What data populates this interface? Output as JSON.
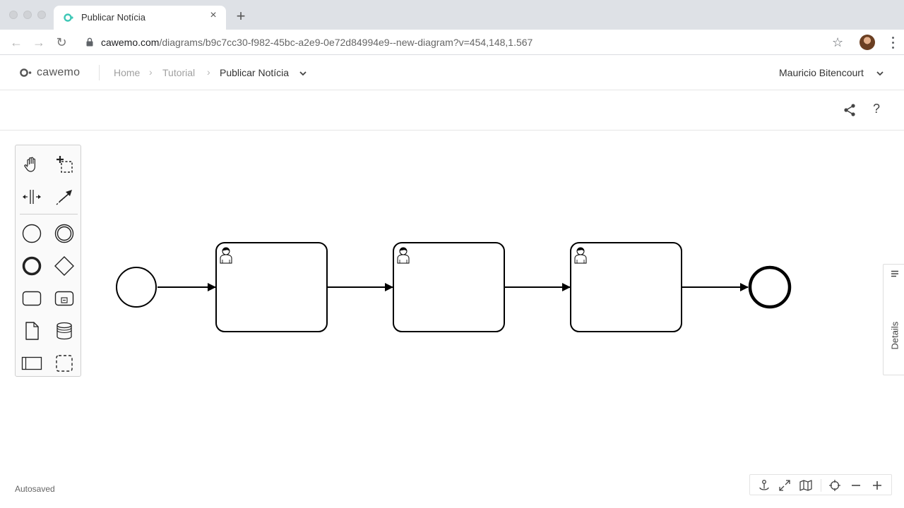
{
  "browser": {
    "tab_title": "Publicar Notícia",
    "tab_close": "×",
    "new_tab": "+",
    "url_host": "cawemo.com",
    "url_path": "/diagrams/b9c7cc30-f982-45bc-a2e9-0e72d84994e9--new-diagram?v=454,148,1.567",
    "back": "←",
    "forward": "→",
    "reload": "↻",
    "star": "☆",
    "accent_color": "#3ec7b6"
  },
  "app": {
    "logo": "cawemo",
    "breadcrumb": {
      "home": "Home",
      "project": "Tutorial",
      "separator": "›",
      "current": "Publicar Notícia"
    },
    "user": "Mauricio Bitencourt",
    "help": "?"
  },
  "palette": {
    "tools": [
      "hand-tool-icon",
      "lasso-tool-icon",
      "space-tool-icon",
      "global-connect-tool-icon"
    ],
    "elements": [
      "start-event-icon",
      "intermediate-event-icon",
      "end-event-icon",
      "gateway-icon",
      "task-icon",
      "subprocess-icon",
      "data-object-icon",
      "data-store-icon",
      "participant-icon",
      "group-icon"
    ]
  },
  "diagram": {
    "elements": [
      "start-event",
      "user-task",
      "user-task",
      "user-task",
      "end-event"
    ],
    "stroke_color": "#000000"
  },
  "details_panel": {
    "label": "Details"
  },
  "status": {
    "autosaved": "Autosaved"
  },
  "controls": [
    "reset-icon",
    "fullscreen-icon",
    "minimap-icon",
    "center-icon",
    "zoom-out-icon",
    "zoom-in-icon"
  ]
}
